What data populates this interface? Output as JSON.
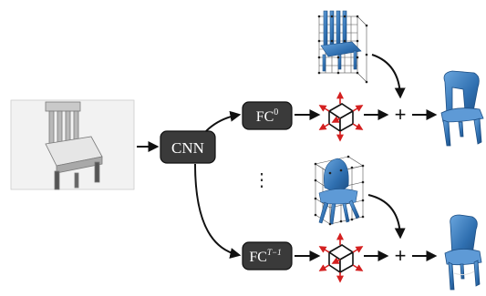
{
  "diagram": {
    "input_image_label": "input chair image",
    "encoder": {
      "label": "CNN"
    },
    "heads": [
      {
        "base": "FC",
        "sup": "0"
      },
      {
        "base": "FC",
        "sup": "T−1"
      }
    ],
    "ellipsis": "⋮",
    "plus": "+",
    "colors": {
      "box": "#3a3a3a",
      "arrow": "#111111",
      "deform_arrow": "#d42020",
      "chair": "#2f6fb0",
      "chair_light": "#5e9ad6",
      "lattice": "#444444"
    }
  }
}
